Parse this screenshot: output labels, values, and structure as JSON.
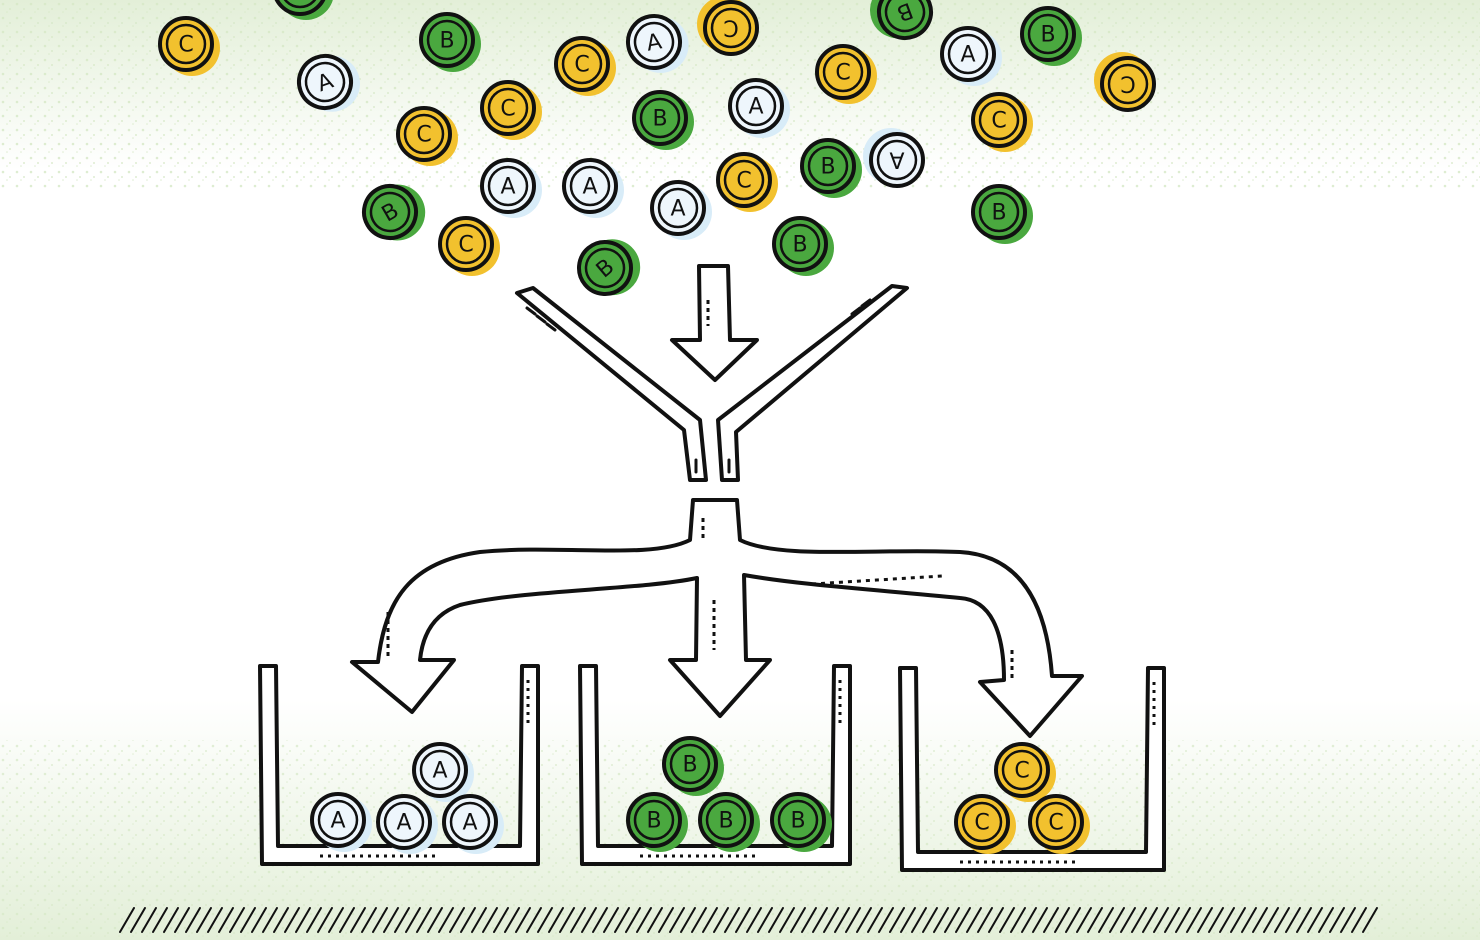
{
  "colors": {
    "A": "#d8ecf8",
    "B": "#4aa83f",
    "C": "#f2c12e",
    "outline": "#111111",
    "speckle": "#dcebcf"
  },
  "labels": {
    "A": "A",
    "B": "B",
    "C": "C"
  },
  "falling_balls": [
    {
      "t": "C"
    },
    {
      "t": "A"
    },
    {
      "t": "B"
    },
    {
      "t": "C"
    },
    {
      "t": "C"
    },
    {
      "t": "C"
    },
    {
      "t": "A"
    },
    {
      "t": "C"
    },
    {
      "t": "B"
    },
    {
      "t": "A"
    },
    {
      "t": "C"
    },
    {
      "t": "B"
    },
    {
      "t": "A"
    },
    {
      "t": "B"
    },
    {
      "t": "C"
    },
    {
      "t": "C"
    },
    {
      "t": "B"
    },
    {
      "t": "A"
    },
    {
      "t": "A"
    },
    {
      "t": "A"
    },
    {
      "t": "C"
    },
    {
      "t": "B"
    },
    {
      "t": "A"
    },
    {
      "t": "B"
    },
    {
      "t": "C"
    },
    {
      "t": "B"
    },
    {
      "t": "B"
    },
    {
      "t": "B"
    }
  ],
  "bins": [
    {
      "type": "A",
      "balls": [
        "A",
        "A",
        "A",
        "A"
      ]
    },
    {
      "type": "B",
      "balls": [
        "B",
        "B",
        "B",
        "B"
      ]
    },
    {
      "type": "C",
      "balls": [
        "C",
        "C",
        "C"
      ]
    }
  ]
}
